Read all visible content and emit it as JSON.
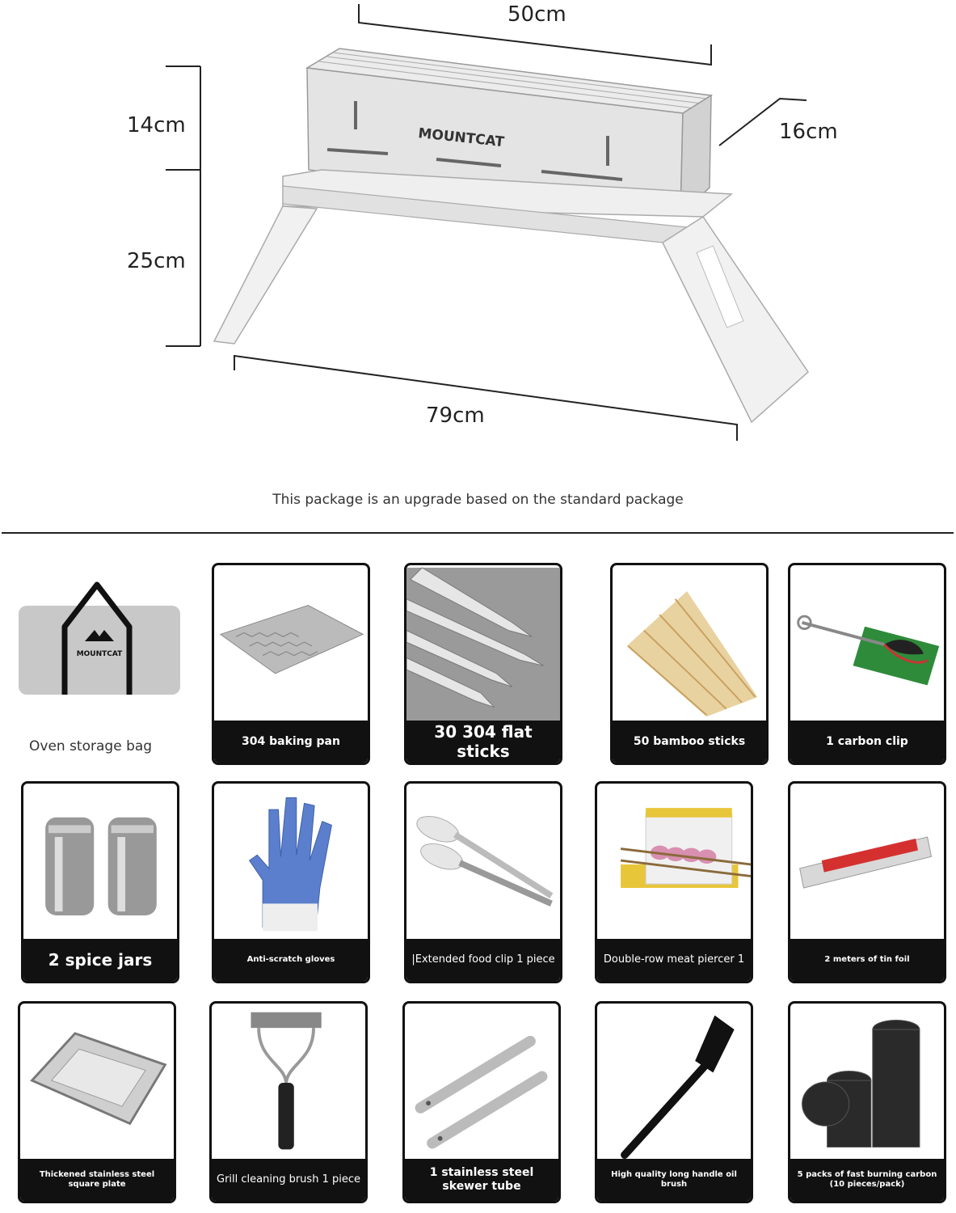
{
  "product": {
    "brand_logo_text": "MOUNTCAT",
    "dimensions": {
      "width_top": "50cm",
      "depth": "16cm",
      "box_height": "14cm",
      "leg_height": "25cm",
      "total_length": "79cm"
    },
    "caption": "This package is an upgrade based on the standard package"
  },
  "accessories": [
    {
      "label": "Oven storage bag",
      "icon": "storage-bag-icon"
    },
    {
      "label": "304 baking pan",
      "icon": "baking-pan-icon"
    },
    {
      "label": "30 304 flat sticks",
      "icon": "flat-sticks-icon"
    },
    {
      "label": "50 bamboo sticks",
      "icon": "bamboo-sticks-icon"
    },
    {
      "label": "1 carbon clip",
      "icon": "carbon-clip-icon"
    },
    {
      "label": "2 spice jars",
      "icon": "spice-jar-icon"
    },
    {
      "label": "Anti-scratch gloves",
      "icon": "glove-icon"
    },
    {
      "label": "|Extended food clip 1 piece",
      "icon": "tongs-icon"
    },
    {
      "label": "Double-row meat piercer 1",
      "icon": "meat-piercer-icon"
    },
    {
      "label": "2 meters of tin foil",
      "icon": "tin-foil-icon"
    },
    {
      "label": "Thickened stainless steel square plate",
      "icon": "square-plate-icon"
    },
    {
      "label": "Grill cleaning brush 1 piece",
      "icon": "cleaning-brush-icon"
    },
    {
      "label": "1 stainless steel skewer tube",
      "icon": "skewer-tube-icon"
    },
    {
      "label": "High quality long handle oil brush",
      "icon": "oil-brush-icon"
    },
    {
      "label": "5 packs of fast burning carbon (10 pieces/pack)",
      "icon": "charcoal-icon"
    }
  ],
  "colors": {
    "label_bg": "#111111",
    "steel": "#d9d9d9",
    "bag": "#c8c8c8"
  }
}
